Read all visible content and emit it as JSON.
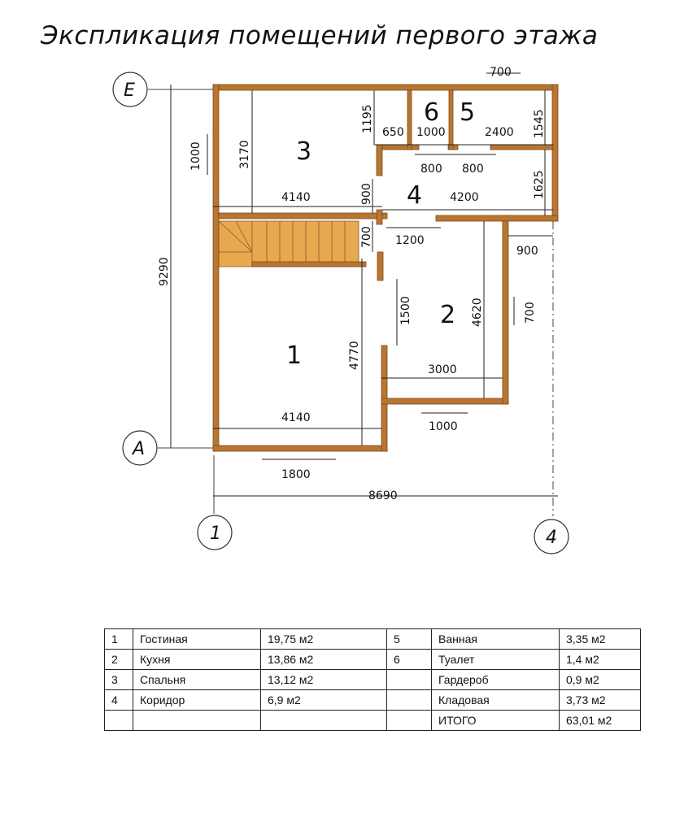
{
  "title": "Экспликация помещений первого этажа",
  "axes": {
    "E": "Е",
    "A": "А",
    "one": "1",
    "four": "4"
  },
  "rooms": [
    "1",
    "2",
    "3",
    "4",
    "5",
    "6"
  ],
  "dimensions": {
    "d700_top": "700",
    "d1195": "1195",
    "d650": "650",
    "d1000_top": "1000",
    "d2400": "2400",
    "d1545": "1545",
    "d800a": "800",
    "d800b": "800",
    "d1625": "1625",
    "d1000_left": "1000",
    "d3170": "3170",
    "d4140_top": "4140",
    "d900_v": "900",
    "d4200": "4200",
    "d700_v": "700",
    "d1200": "1200",
    "d900_h": "900",
    "d9290": "9290",
    "d1500": "1500",
    "d4620": "4620",
    "d700_right": "700",
    "d4770": "4770",
    "d3000": "3000",
    "d4140_bottom": "4140",
    "d1000_bottom": "1000",
    "d1800": "1800",
    "d8690": "8690"
  },
  "table": {
    "rows": [
      [
        "1",
        "Гостиная",
        "19,75 м2",
        "5",
        "Ванная",
        "3,35 м2"
      ],
      [
        "2",
        "Кухня",
        "13,86 м2",
        "6",
        "Туалет",
        "1,4 м2"
      ],
      [
        "3",
        "Спальня",
        "13,12 м2",
        "",
        "Гардероб",
        "0,9 м2"
      ],
      [
        "4",
        "Коридор",
        "6,9 м2",
        "",
        "Кладовая",
        "3,73 м2"
      ],
      [
        "",
        "",
        "",
        "",
        "ИТОГО",
        "63,01 м2"
      ]
    ]
  },
  "colors": {
    "wall": "#b97630",
    "stairs": "#e8a850"
  }
}
